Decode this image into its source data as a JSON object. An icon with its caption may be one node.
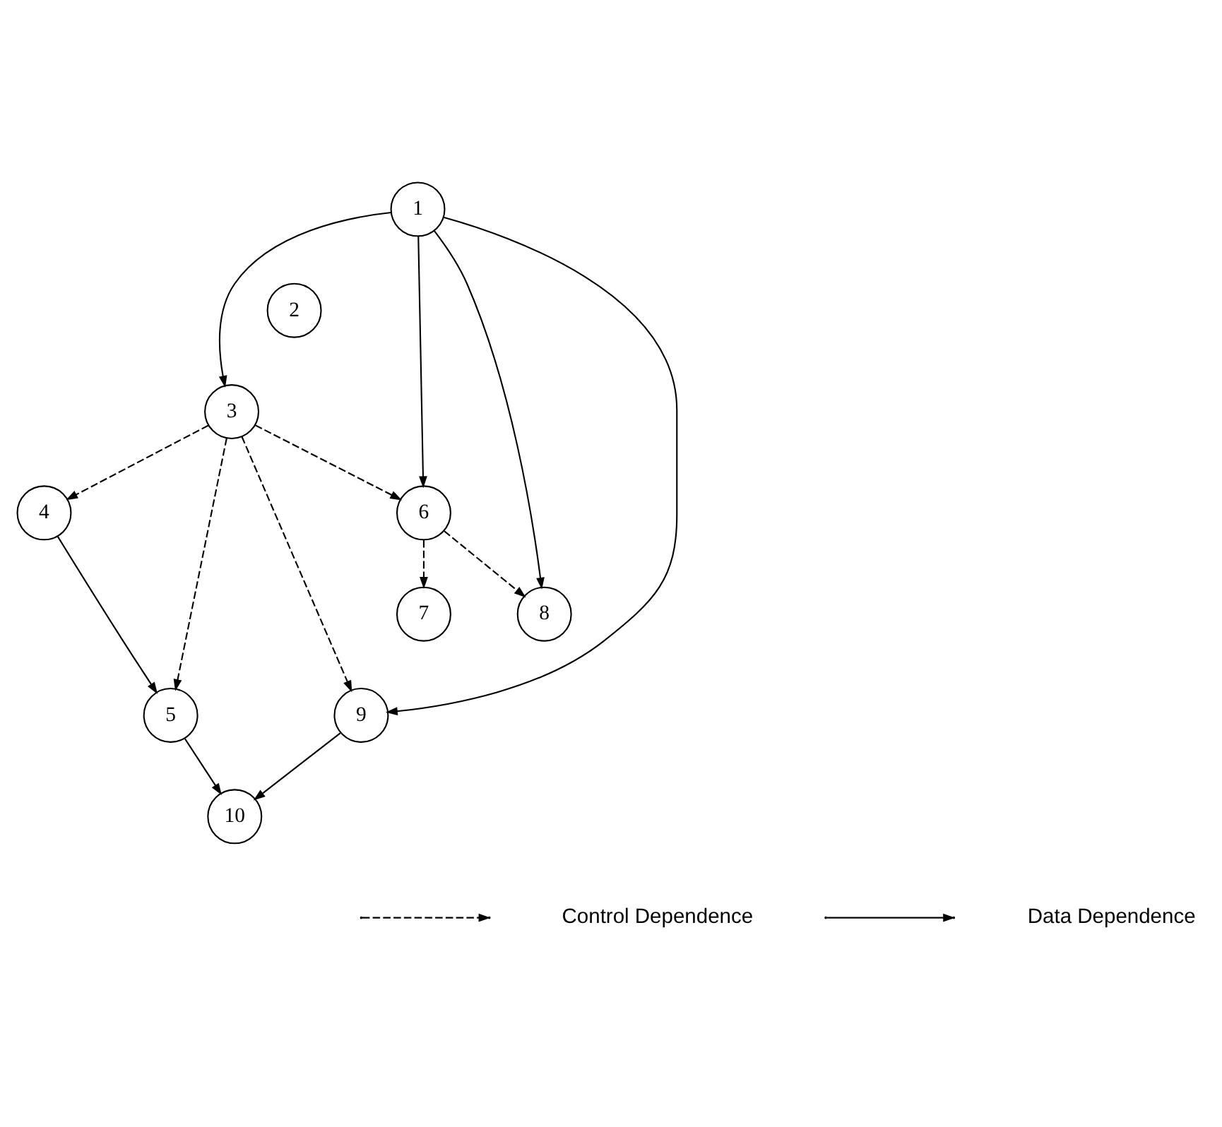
{
  "diagram": {
    "nodes": [
      {
        "text": [
          "1"
        ]
      },
      {
        "text": [
          "2"
        ]
      },
      {
        "text": [
          "3"
        ]
      },
      {
        "text": [
          "4"
        ]
      },
      {
        "text": [
          "5"
        ]
      },
      {
        "text": [
          "6"
        ]
      },
      {
        "text": [
          "7"
        ]
      },
      {
        "text": [
          "8"
        ]
      },
      {
        "text": [
          "9"
        ]
      },
      {
        "text": [
          "10"
        ]
      }
    ],
    "edges": [
      {
        "from": 0,
        "to": 2,
        "arrow": "to"
      },
      {
        "from": 0,
        "to": 5,
        "arrow": "to"
      },
      {
        "from": 0,
        "to": 8,
        "arrow": "to"
      },
      {
        "from": 0,
        "to": 7,
        "arrow": "to"
      },
      {
        "from": 2,
        "to": 3,
        "arrow": "to",
        "style": "dashed"
      },
      {
        "from": 2,
        "to": 4,
        "arrow": "to",
        "style": "dashed"
      },
      {
        "from": 2,
        "to": 5,
        "arrow": "to",
        "style": "dashed"
      },
      {
        "from": 2,
        "to": 8,
        "arrow": "to",
        "style": "dashed"
      },
      {
        "from": 5,
        "to": 6,
        "arrow": "to",
        "style": "dashed"
      },
      {
        "from": 5,
        "to": 7,
        "arrow": "to",
        "style": "dashed"
      },
      {
        "from": 3,
        "to": 4,
        "arrow": "to"
      },
      {
        "from": 4,
        "to": 9,
        "arrow": "to"
      },
      {
        "from": 8,
        "to": 9,
        "arrow": "to"
      }
    ],
    "legend": [
      {
        "text": "Control Dependence"
      },
      {
        "text": "Data Dependence"
      }
    ]
  }
}
